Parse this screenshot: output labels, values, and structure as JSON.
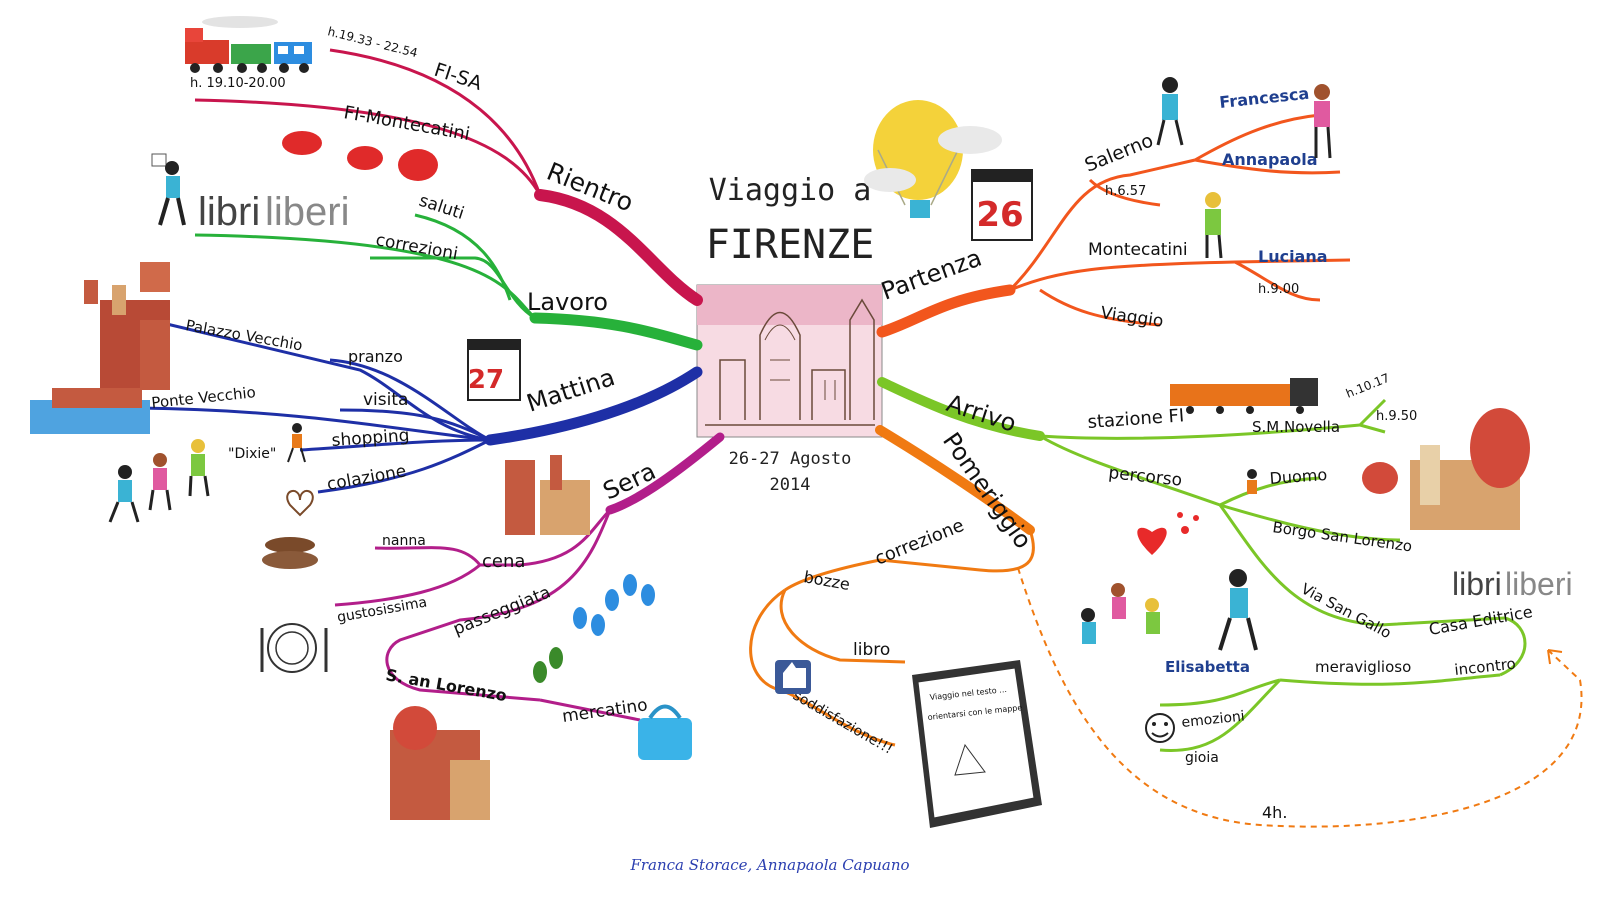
{
  "title": {
    "line1": "Viaggio a",
    "line2": "FIRENZE",
    "date1": "26-27 Agosto",
    "date2": "2014"
  },
  "credit": "Franca Storace, Annapaola Capuano",
  "calendar_days": {
    "partenza": "26",
    "mattina": "27"
  },
  "logo": {
    "part1": "libri",
    "part2": "liberi"
  },
  "book": {
    "line1": "Viaggio nel testo ...",
    "line2": "orientarsi con le mappe"
  },
  "colors": {
    "rientro": "#c8154d",
    "lavoro": "#27b13a",
    "mattina": "#1e2fa6",
    "sera": "#b21e8a",
    "pomeriggio": "#f07a12",
    "partenza": "#f2561d",
    "arrivo": "#7bc627",
    "dashed": "#f07a12",
    "credit": "#2b3fb0"
  },
  "branches": {
    "rientro": {
      "label": "Rientro",
      "fi_sa": "FI-SA",
      "fi_sa_time": "h.19.33 - 22.54",
      "fi_mont": "FI-Montecatini",
      "fi_mont_time": "h. 19.10-20.00"
    },
    "lavoro": {
      "label": "Lavoro",
      "saluti": "saluti",
      "correzioni": "correzioni"
    },
    "mattina": {
      "label": "Mattina",
      "palazzo": "Palazzo Vecchio",
      "pranzo": "pranzo",
      "visita": "visita",
      "ponte": "Ponte Vecchio",
      "shopping": "shopping",
      "dixie": "\"Dixie\"",
      "colazione": "colazione"
    },
    "sera": {
      "label": "Sera",
      "cena": "cena",
      "nanna": "nanna",
      "gustosissima": "gustosissima",
      "passeggiata": "passeggiata",
      "san_lorenzo": "S. an Lorenzo",
      "mercatino": "mercatino"
    },
    "pomeriggio": {
      "label": "Pomeriggio",
      "correzione": "correzione",
      "bozze": "bozze",
      "libro": "libro",
      "soddisfazione": "soddisfazione!!!"
    },
    "partenza": {
      "label": "Partenza",
      "salerno": "Salerno",
      "salerno_time": "h.6.57",
      "francesca": "Francesca",
      "annapaola": "Annapaola",
      "montecatini": "Montecatini",
      "luciana": "Luciana",
      "mont_time": "h.9.00",
      "viaggio": "Viaggio"
    },
    "arrivo": {
      "label": "Arrivo",
      "stazione": "stazione FI",
      "smnovella": "S.M.Novella",
      "time1": "h.10.17",
      "time2": "h.9.50",
      "percorso": "percorso",
      "duomo": "Duomo",
      "borgo": "Borgo San Lorenzo",
      "via_san_gallo": "Via San Gallo",
      "casa_editrice": "Casa Editrice",
      "elisabetta": "Elisabetta",
      "meraviglioso": "meraviglioso",
      "incontro": "incontro",
      "emozioni": "emozioni",
      "gioia": "gioia",
      "duration": "4h."
    }
  }
}
